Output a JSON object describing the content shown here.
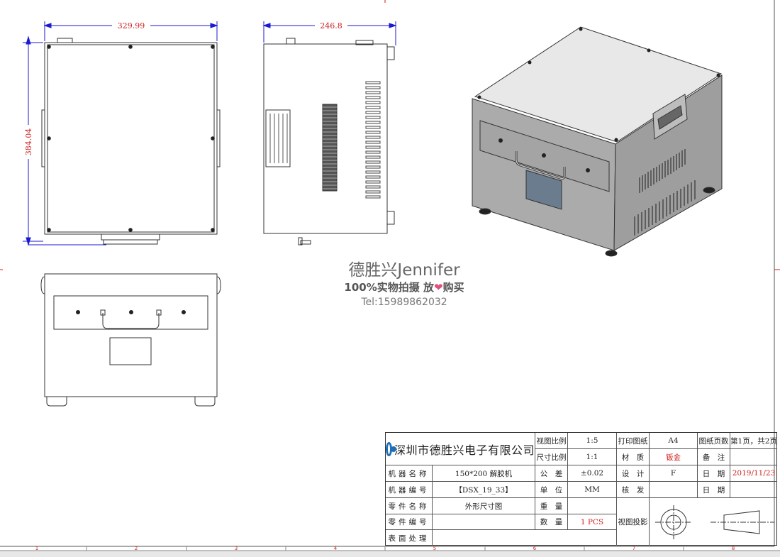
{
  "dimensions": {
    "front_width": "329.99",
    "front_height": "384.04",
    "side_width": "246.8"
  },
  "watermark": {
    "brand": "德胜兴Jennifer",
    "slogan_before": "100%实物拍摄  放",
    "slogan_after": "购买",
    "phone": "Tel:15989862032"
  },
  "title_block": {
    "company": "深圳市德胜兴电子有限公司",
    "labels": {
      "view_scale": "视图比例",
      "size_scale": "尺寸比例",
      "print_paper": "打印图纸",
      "material": "材　质",
      "page_count": "图纸页数",
      "remarks": "备　注",
      "machine_name": "机器名称",
      "machine_no": "机器编号",
      "part_name": "零件名称",
      "part_no": "零件编号",
      "surface": "表面处理",
      "tolerance": "公　差",
      "unit": "单　位",
      "weight": "重　量",
      "quantity": "数　量",
      "design": "设　计",
      "issue": "核　发",
      "date": "日　期",
      "date2": "日　期",
      "projection": "视图投影"
    },
    "values": {
      "view_scale": "1:5",
      "size_scale": "1:1",
      "paper": "A4",
      "material": "钣金",
      "pages": "第1页，共2页",
      "machine_name": "150*200 解胶机",
      "machine_no": "【DSX_19_33】",
      "part_name": "外形尺寸图",
      "tolerance": "±0.02",
      "unit": "MM",
      "quantity": "1 PCS",
      "designer": "F",
      "date": "2019/11/23"
    }
  },
  "border_numbers": [
    "1",
    "2",
    "3",
    "4",
    "5",
    "6",
    "7",
    "8"
  ],
  "colors": {
    "dimension": "#1a1ad0",
    "dimension_text": "#cc2222",
    "outline": "#333333",
    "box_face": "#a9a9a9",
    "box_top": "#e6e6e6",
    "logo": "#1e6fb8"
  }
}
